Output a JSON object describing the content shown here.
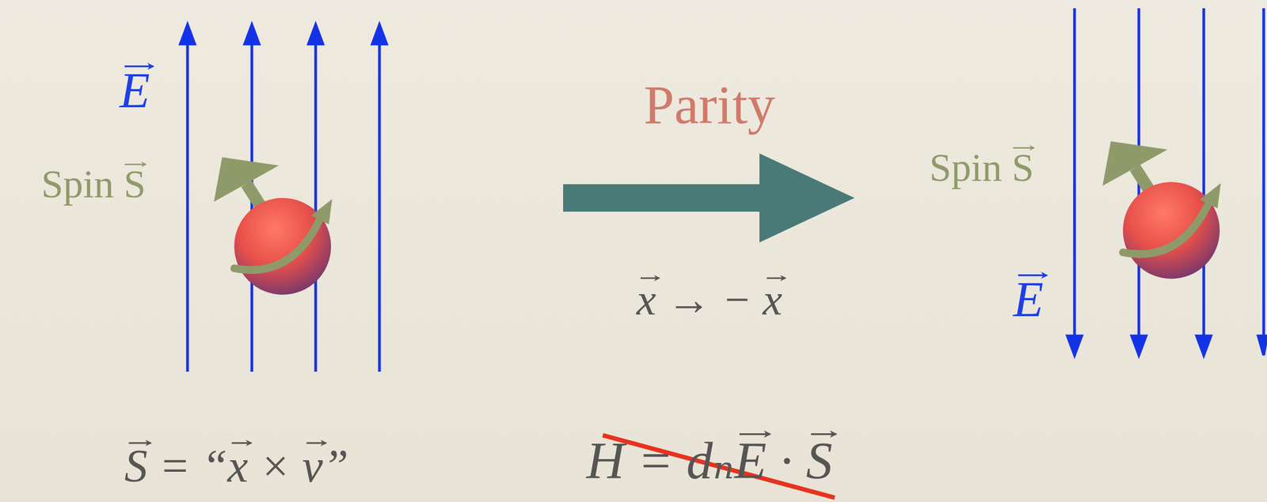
{
  "diagram": {
    "labels": [
      "E",
      "Spin S",
      "Parity",
      "x → − x",
      "Spin S",
      "E",
      "S = “x × v”",
      "H = dₙE · S"
    ]
  }
}
